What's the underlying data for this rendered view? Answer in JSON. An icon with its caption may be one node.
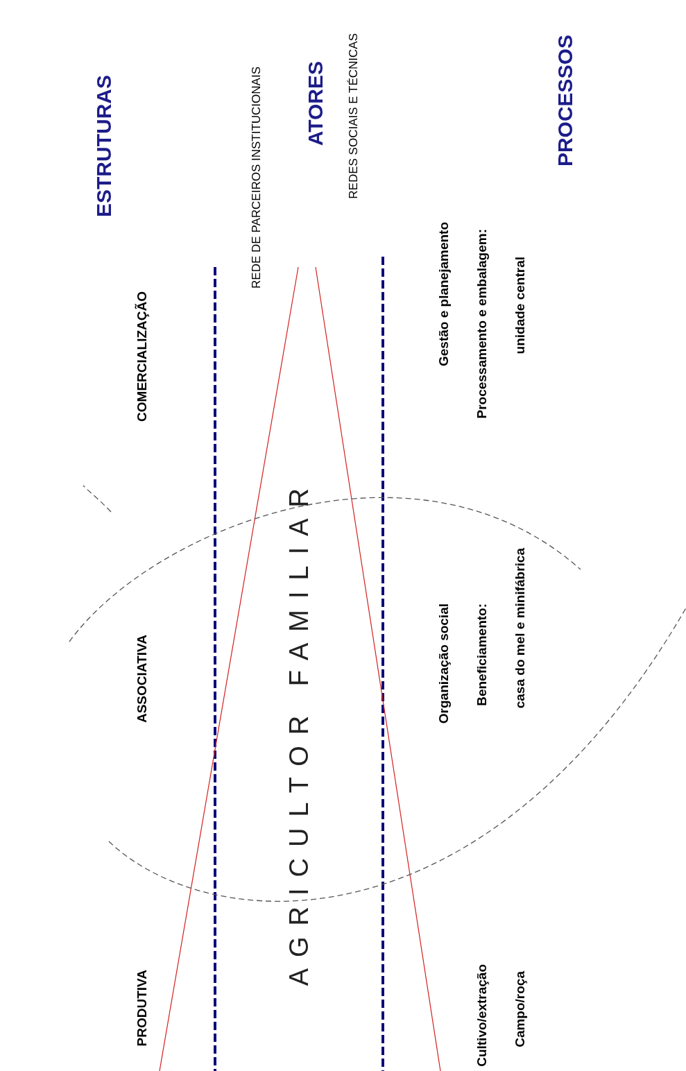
{
  "diagram": {
    "labels": [
      "ESTRUTURAS",
      "PRODUTIVA",
      "ASSOCIATIVA",
      "COMERCIALIZAÇÃO",
      "REDE DE PARCEIROS INSTITUCIONAIS",
      "AGRICULTOR FAMILIAR",
      "ATORES",
      "REDES SOCIAIS E TÉCNICAS",
      "Cultivo/extração",
      "Organização social",
      "Gestão e planejamento",
      "Campo/roça",
      "Beneficiamento:",
      "Processamento e embalagem:",
      "casa do mel e minifábrica",
      "unidade central",
      "PROCESSOS"
    ]
  }
}
